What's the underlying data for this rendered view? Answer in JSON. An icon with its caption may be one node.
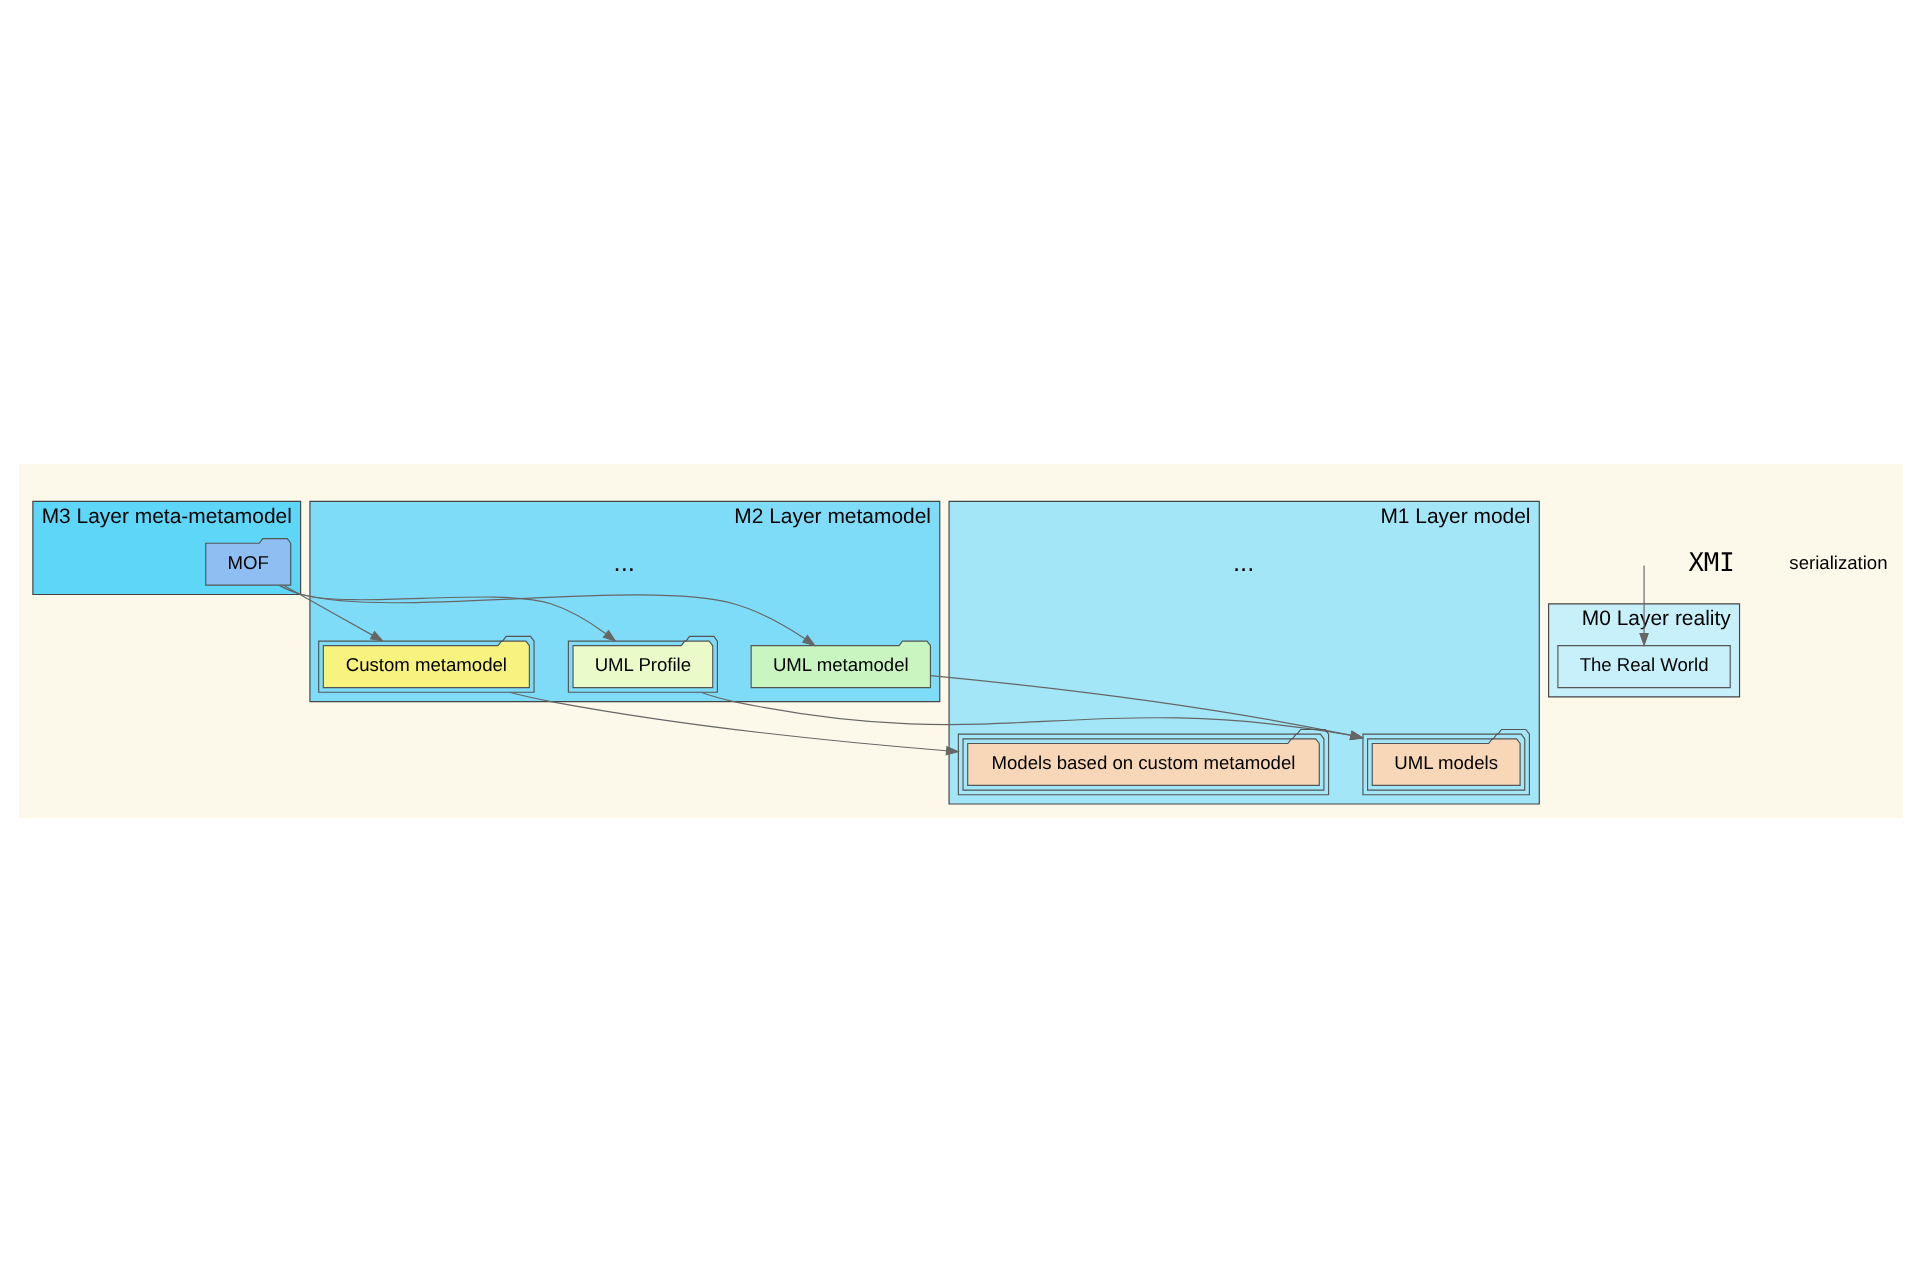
{
  "diagram": {
    "nodes": [
      {
        "text": [
          "M3 Layer meta-metamodel"
        ]
      },
      {
        "text": [
          "MOF"
        ],
        "in": 0
      },
      {
        "text": [
          "M2 Layer metamodel"
        ]
      },
      {
        "text": [
          "UML metamodel"
        ],
        "in": 2
      },
      {
        "text": [
          "UML Profile"
        ],
        "in": 2
      },
      {
        "text": [
          "Custom metamodel"
        ],
        "in": 2
      },
      {
        "text": [
          "M1 Layer model"
        ]
      },
      {
        "text": [
          "UML models"
        ],
        "in": 6
      },
      {
        "text": [
          "Models based on custom metamodel"
        ],
        "in": 6
      },
      {
        "text": [
          "M0 Layer reality"
        ]
      },
      {
        "text": [
          "The Real World"
        ],
        "in": 9
      }
    ],
    "edges": [
      {
        "from": 1,
        "to": 3,
        "arrow": "to"
      },
      {
        "from": 1,
        "to": 4,
        "arrow": "to"
      },
      {
        "from": 1,
        "to": 5,
        "arrow": "to"
      },
      {
        "from": 3,
        "to": 7,
        "arrow": "to"
      },
      {
        "from": 4,
        "to": 7,
        "arrow": "to"
      },
      {
        "from": 5,
        "to": 8,
        "arrow": "to"
      },
      {
        "from": null,
        "to": 10,
        "arrow": "to"
      }
    ],
    "labels": [
      "XMI",
      "serialization",
      "...",
      "..."
    ]
  }
}
